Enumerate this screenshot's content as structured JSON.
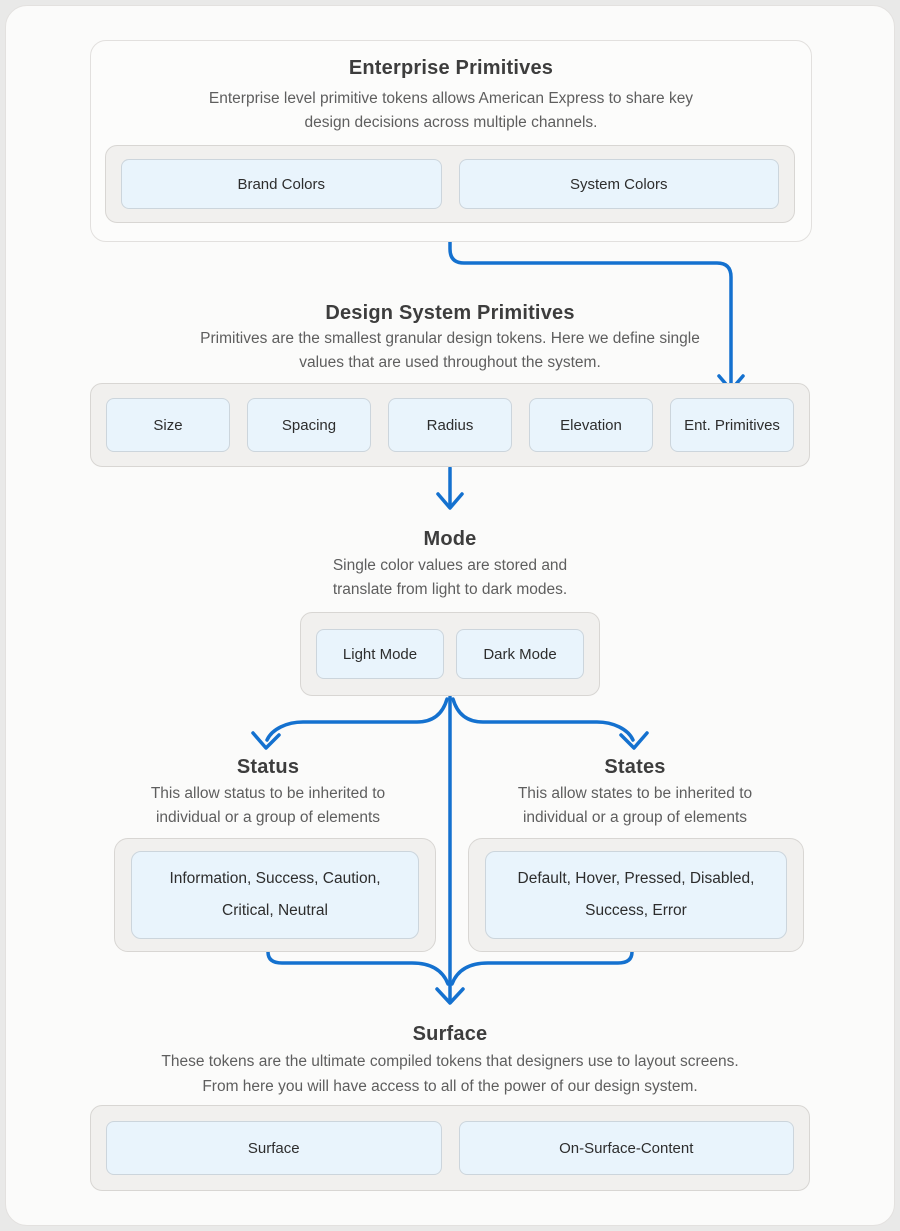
{
  "colors": {
    "arrow": "#1471cf",
    "page_bg": "#fbfbfa",
    "page_border": "#e3e1df",
    "card_bg": "#fcfcfb",
    "card_border": "#e2e0de",
    "tray_bg": "#f1f0ee",
    "tray_border": "#d8d6d3",
    "chip_bg": "#e9f4fc",
    "chip_border": "#ccd5dc",
    "title_text": "#3d3d3d",
    "body_text": "#5e5e5e"
  },
  "enterprise": {
    "title": "Enterprise Primitives",
    "description": [
      "Enterprise level primitive tokens allows American Express to share key",
      "design decisions across multiple channels."
    ],
    "buttons": [
      "Brand Colors",
      "System Colors"
    ]
  },
  "primitives": {
    "title": "Design System Primitives",
    "description": [
      "Primitives are the smallest granular design tokens. Here we define single",
      "values that are used throughout the system."
    ],
    "buttons": [
      "Size",
      "Spacing",
      "Radius",
      "Elevation",
      "Ent. Primitives"
    ]
  },
  "mode": {
    "title": "Mode",
    "description": [
      "Single color values are stored and",
      "translate from light to dark modes."
    ],
    "buttons": [
      "Light Mode",
      "Dark Mode"
    ]
  },
  "status": {
    "title": "Status",
    "description": [
      "This allow status to be inherited to",
      "individual or a group of elements"
    ],
    "box": [
      "Information, Success, Caution,",
      "Critical, Neutral"
    ]
  },
  "states": {
    "title": "States",
    "description": [
      "This allow states to be inherited to",
      "individual or a group of elements"
    ],
    "box": [
      "Default, Hover, Pressed, Disabled,",
      "Success, Error"
    ]
  },
  "surface": {
    "title": "Surface",
    "description": [
      "These tokens are the ultimate compiled tokens that designers use to layout screens.",
      "From here you will have access to all of the power of our design system."
    ],
    "buttons": [
      "Surface",
      "On-Surface-Content"
    ]
  }
}
